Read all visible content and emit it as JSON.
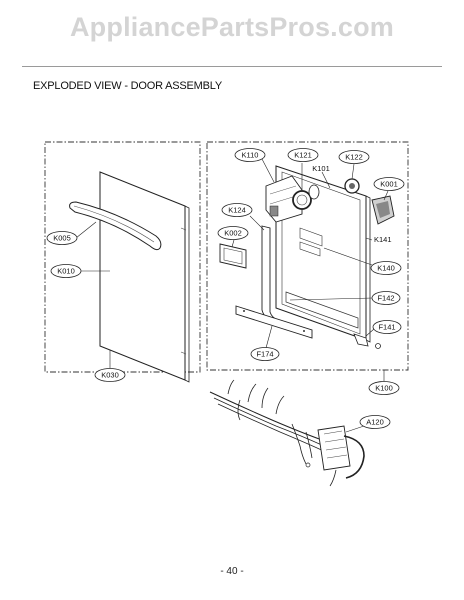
{
  "watermark": "AppliancePartsPros.com",
  "title": "EXPLODED VIEW - DOOR ASSEMBLY",
  "page_number": "- 40 -",
  "callouts": {
    "k005": "K005",
    "k010": "K010",
    "k030": "K030",
    "k110": "K110",
    "k121": "K121",
    "k101": "K101",
    "k122": "K122",
    "k001": "K001",
    "k124": "K124",
    "k002": "K002",
    "k141": "K141",
    "k140": "K140",
    "f142": "F142",
    "f174": "F174",
    "f141": "F141",
    "k100": "K100",
    "a120": "A120"
  }
}
